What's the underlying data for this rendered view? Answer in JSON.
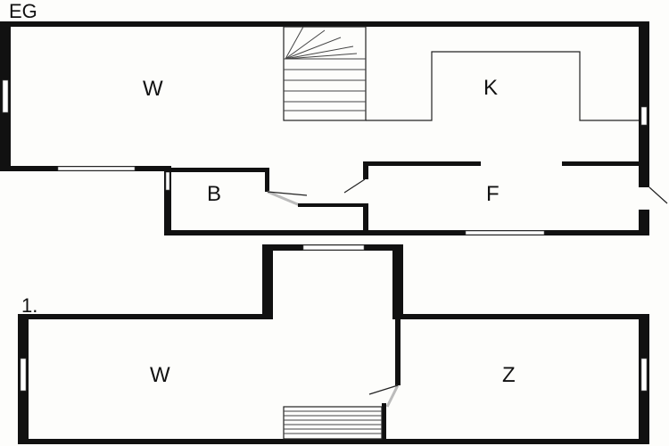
{
  "floors": [
    {
      "title": "EG",
      "rooms": [
        {
          "label": "W"
        },
        {
          "label": "K"
        },
        {
          "label": "B"
        },
        {
          "label": "F"
        }
      ]
    },
    {
      "title": "1.",
      "rooms": [
        {
          "label": "W"
        },
        {
          "label": "Z"
        }
      ]
    }
  ],
  "colors": {
    "wall": "#111111",
    "background": "#fdfdfb"
  }
}
